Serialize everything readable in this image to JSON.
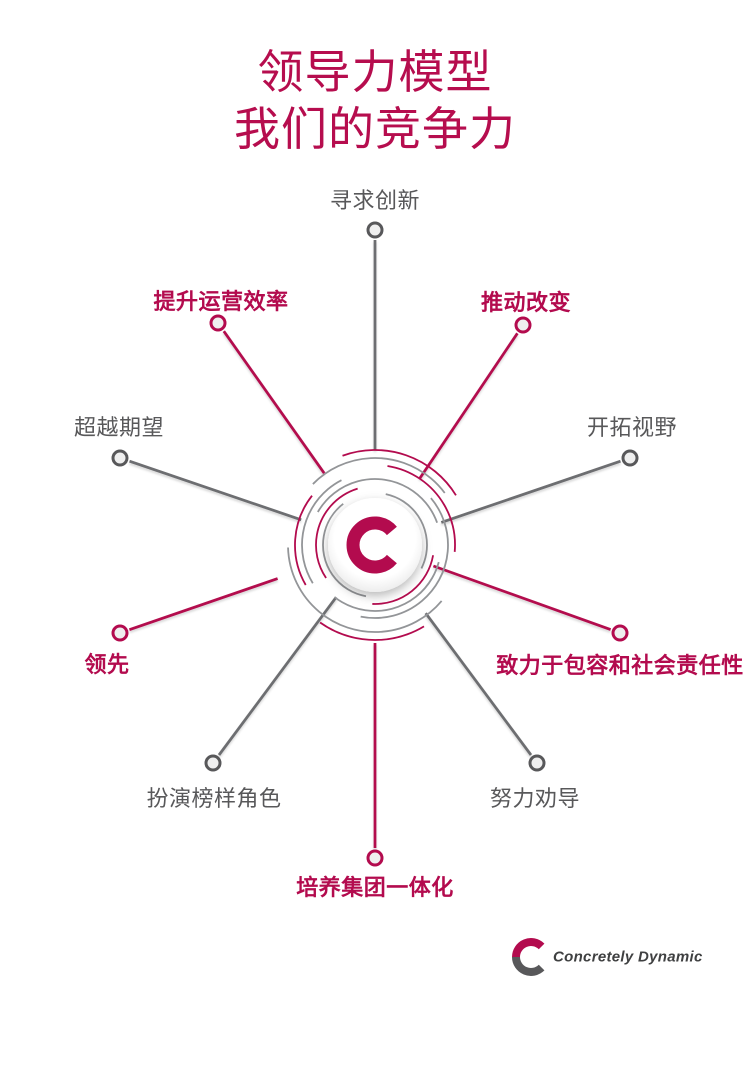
{
  "header": {
    "title_line1": "领导力模型",
    "title_line2": "我们的竞争力"
  },
  "colors": {
    "accent": "#b30b4e",
    "gray_text": "#58585a",
    "gray_line": "#6d6e71",
    "background": "#ffffff"
  },
  "diagram": {
    "center_icon": "c-swoosh-logo",
    "nodes": [
      {
        "label": "寻求创新",
        "color": "gray",
        "position": "top"
      },
      {
        "label": "推动改变",
        "color": "accent",
        "position": "upper-right"
      },
      {
        "label": "开拓视野",
        "color": "gray",
        "position": "right"
      },
      {
        "label": "致力于包容和社会责任性",
        "color": "accent",
        "position": "lower-right"
      },
      {
        "label": "努力劝导",
        "color": "gray",
        "position": "bottom-right"
      },
      {
        "label": "培养集团一体化",
        "color": "accent",
        "position": "bottom"
      },
      {
        "label": "扮演榜样角色",
        "color": "gray",
        "position": "bottom-left"
      },
      {
        "label": "领先",
        "color": "accent",
        "position": "lower-left"
      },
      {
        "label": "超越期望",
        "color": "gray",
        "position": "left"
      },
      {
        "label": "提升运营效率",
        "color": "accent",
        "position": "upper-left"
      }
    ]
  },
  "footer": {
    "brand": "Concretely Dynamic"
  }
}
